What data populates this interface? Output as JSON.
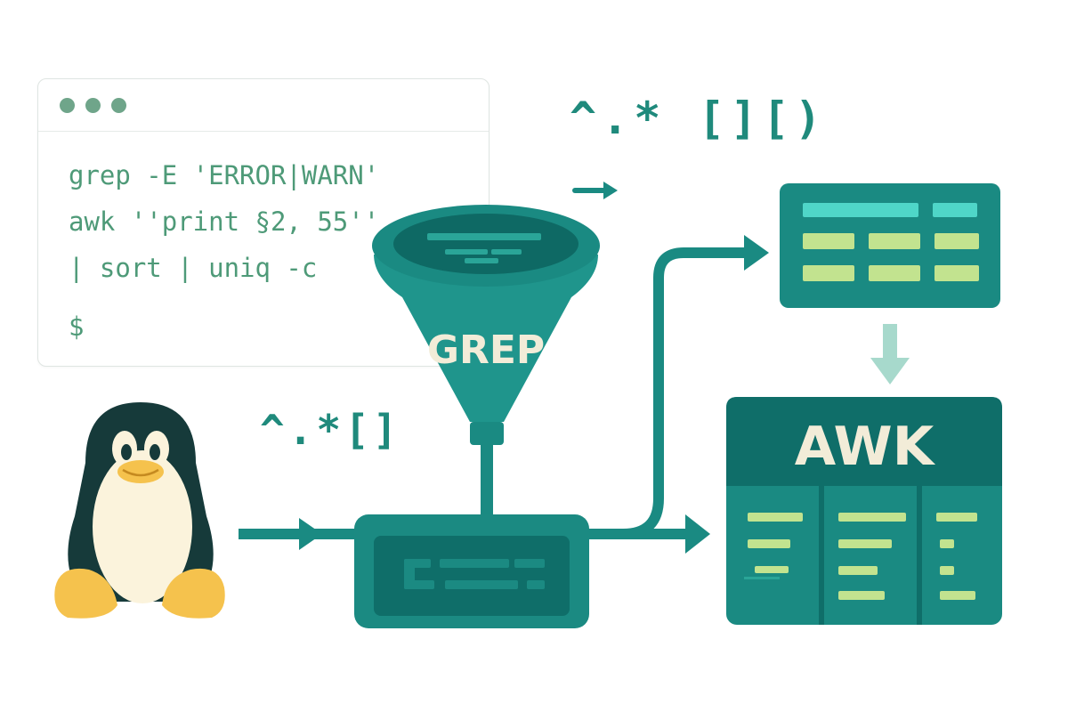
{
  "terminal": {
    "dots": [
      "close-dot",
      "minimize-dot",
      "maximize-dot"
    ],
    "lines": [
      "grep -E 'ERROR|WARN'",
      "awk ''print §2, 55''",
      "| sort | uniq -c"
    ],
    "prompt": "$"
  },
  "regex_top": "^.* [][)",
  "regex_mid": "^.*[]",
  "funnel": {
    "label": "GREP"
  },
  "awk_block": {
    "label": "AWK"
  },
  "colors": {
    "teal": "#1a8a82",
    "teal_dark": "#0f6e69",
    "teal_light": "#2aa598",
    "green_cell": "#c2e38f",
    "cyan_cell": "#4fd6c8",
    "label_cream": "#f2ecd8",
    "terminal_text": "#4e9a78",
    "penguin_black": "#163a3a",
    "penguin_yellow": "#f5c24d",
    "penguin_belly": "#fbf3dc"
  }
}
